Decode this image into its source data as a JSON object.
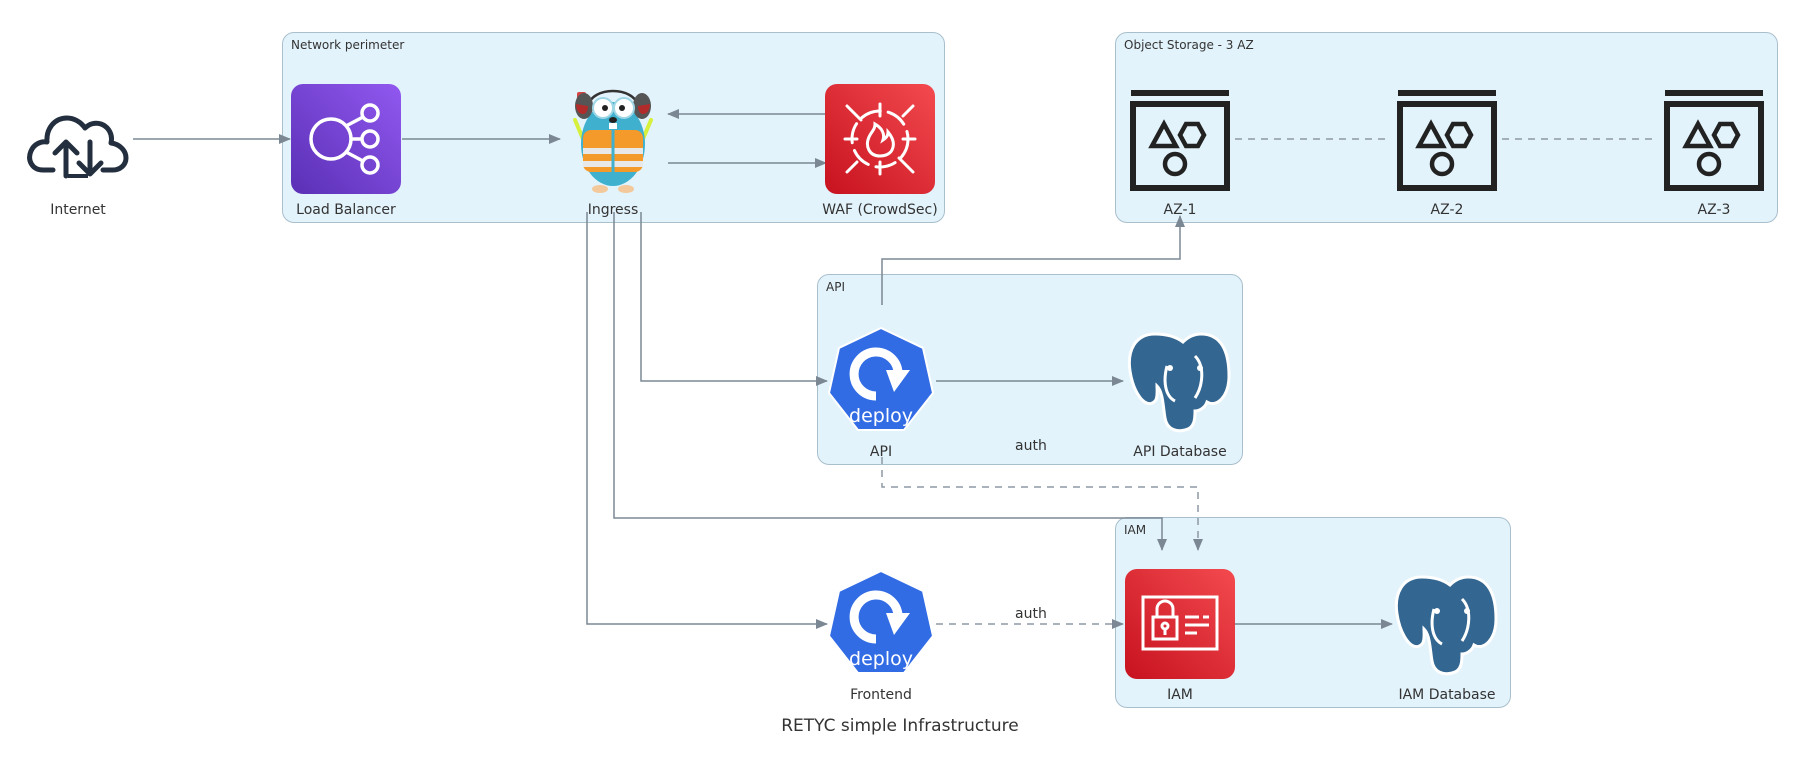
{
  "title": "RETYC simple Infrastructure",
  "colors": {
    "cluster_fill": "#e3f3fb",
    "cluster_border": "#a9bfcc",
    "edge": "#7b8894",
    "load_balancer": "#7b3fd6",
    "waf": "#d8232a",
    "iam": "#d8232a",
    "deploy": "#326ce5",
    "postgres": "#336791"
  },
  "clusters": {
    "network": {
      "label": "Network perimeter"
    },
    "storage": {
      "label": "Object Storage - 3 AZ"
    },
    "api": {
      "label": "API"
    },
    "iam": {
      "label": "IAM"
    }
  },
  "nodes": {
    "internet": {
      "label": "Internet",
      "icon": "cloud-upload-download-icon"
    },
    "load_balancer": {
      "label": "Load Balancer",
      "icon": "load-balancer-icon"
    },
    "ingress": {
      "label": "Ingress",
      "icon": "gopher-ingress-icon"
    },
    "waf": {
      "label": "WAF (CrowdSec)",
      "icon": "firewall-icon"
    },
    "az1": {
      "label": "AZ-1",
      "icon": "object-storage-bucket-icon"
    },
    "az2": {
      "label": "AZ-2",
      "icon": "object-storage-bucket-icon"
    },
    "az3": {
      "label": "AZ-3",
      "icon": "object-storage-bucket-icon"
    },
    "api": {
      "label": "API",
      "icon": "k8s-deploy-icon",
      "badge": "deploy"
    },
    "api_db": {
      "label": "API Database",
      "icon": "postgresql-elephant-icon"
    },
    "frontend": {
      "label": "Frontend",
      "icon": "k8s-deploy-icon",
      "badge": "deploy"
    },
    "iam": {
      "label": "IAM",
      "icon": "identity-card-lock-icon"
    },
    "iam_db": {
      "label": "IAM Database",
      "icon": "postgresql-elephant-icon"
    }
  },
  "edges": [
    {
      "from": "internet",
      "to": "load_balancer",
      "style": "solid"
    },
    {
      "from": "load_balancer",
      "to": "ingress",
      "style": "solid"
    },
    {
      "from": "ingress",
      "to": "waf",
      "style": "solid"
    },
    {
      "from": "waf",
      "to": "ingress",
      "style": "solid"
    },
    {
      "from": "ingress",
      "to": "api",
      "style": "solid"
    },
    {
      "from": "ingress",
      "to": "iam",
      "style": "solid"
    },
    {
      "from": "ingress",
      "to": "frontend",
      "style": "solid"
    },
    {
      "from": "api",
      "to": "api_db",
      "style": "solid"
    },
    {
      "from": "api",
      "to": "az1",
      "style": "solid"
    },
    {
      "from": "api",
      "to": "iam",
      "style": "dashed",
      "label": "auth"
    },
    {
      "from": "frontend",
      "to": "iam",
      "style": "dashed",
      "label": "auth"
    },
    {
      "from": "iam",
      "to": "iam_db",
      "style": "solid"
    },
    {
      "from": "az1",
      "to": "az2",
      "style": "dashed",
      "arrow": false
    },
    {
      "from": "az2",
      "to": "az3",
      "style": "dashed",
      "arrow": false
    }
  ]
}
